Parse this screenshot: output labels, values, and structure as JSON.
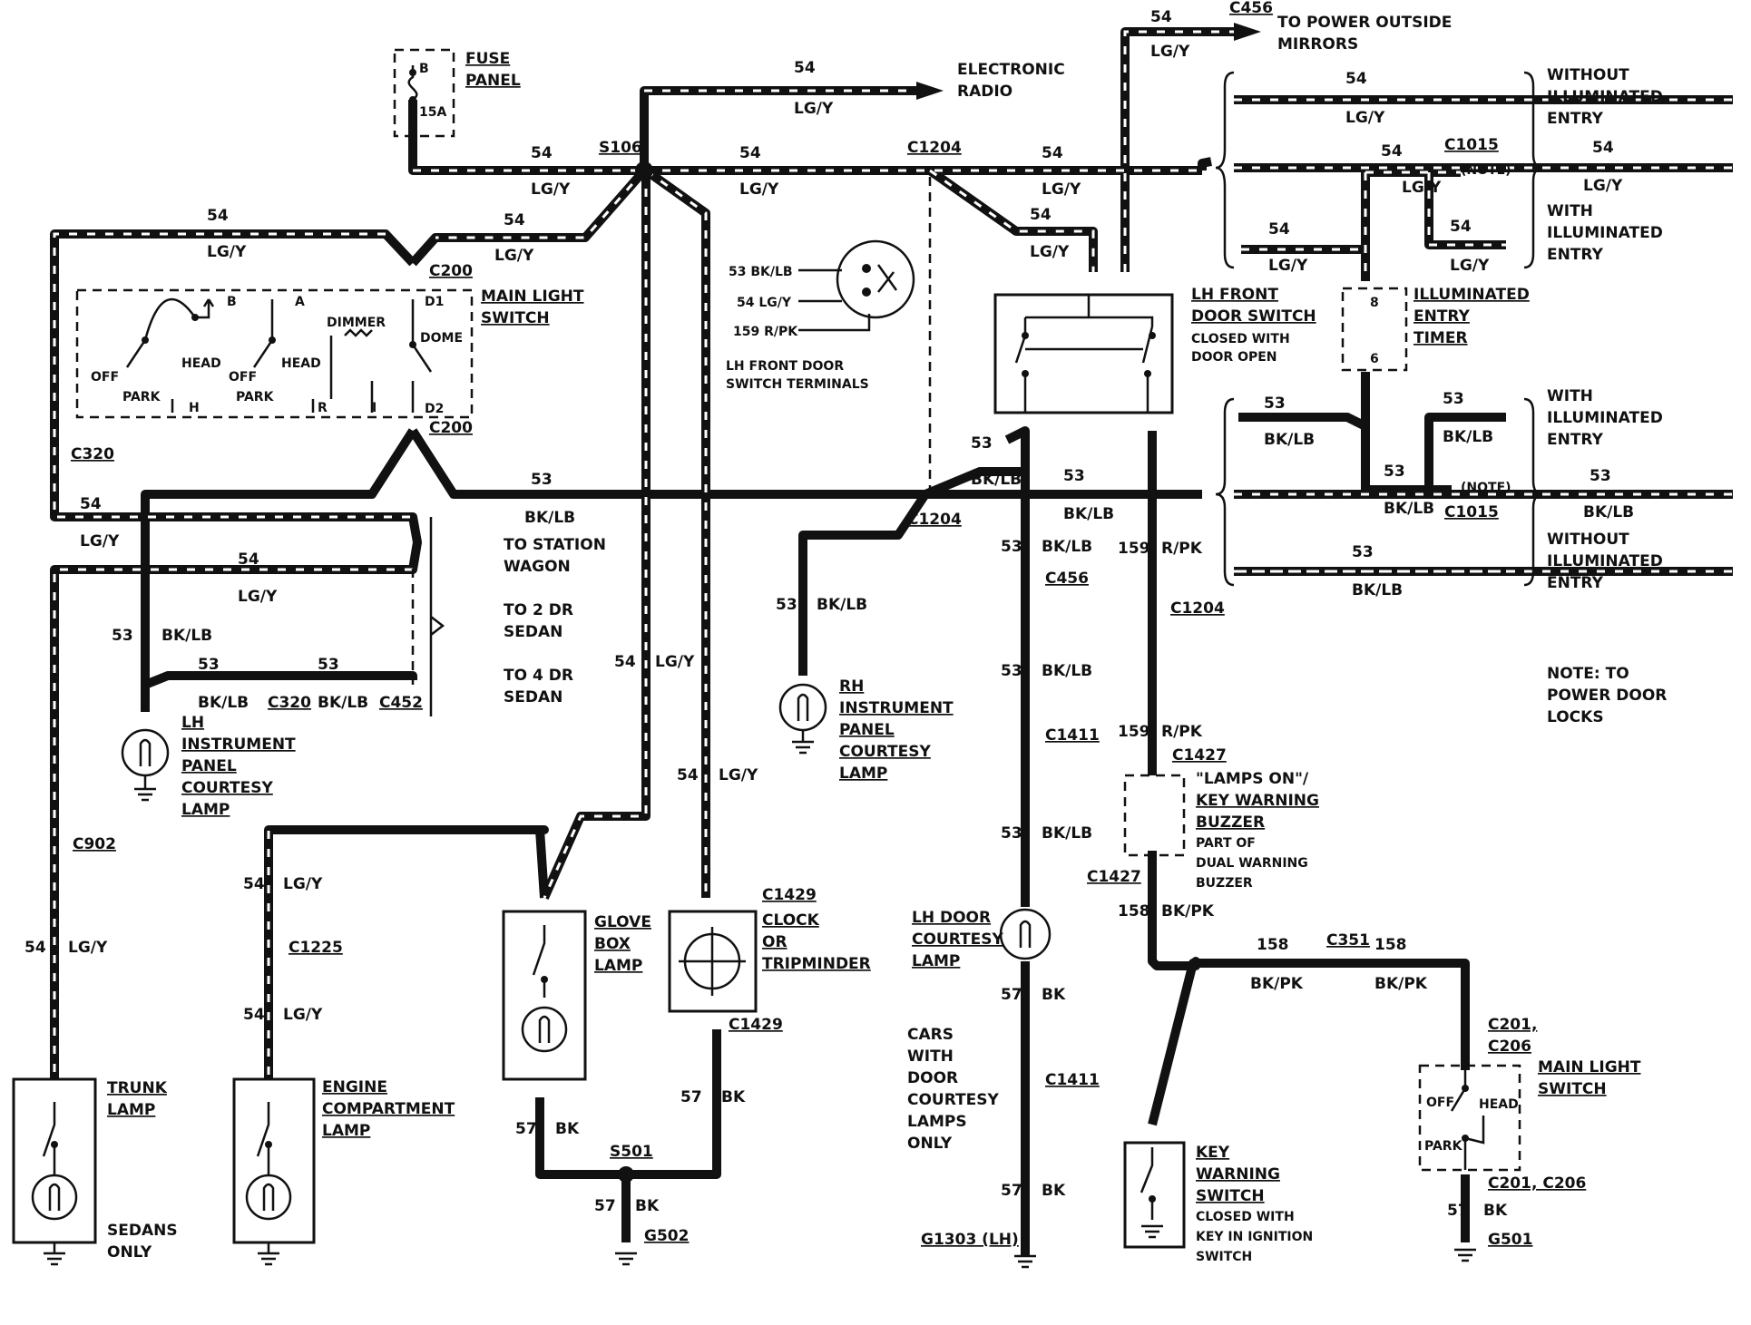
{
  "fuse": {
    "title_1": "FUSE",
    "title_2": "PANEL",
    "b": "B",
    "rating": "15A"
  },
  "radio": {
    "line1": "ELECTRONIC",
    "line2": "RADIO"
  },
  "mirrors": {
    "connector": "C456",
    "line1": "TO POWER OUTSIDE",
    "line2": "MIRRORS"
  },
  "circuits": {
    "c54": "54",
    "c53": "53",
    "c57": "57",
    "c158": "158",
    "c159": "159",
    "c53lb": "53 BK/LB",
    "c54lg": "54 LG/Y",
    "c159pk": "159 R/PK"
  },
  "colors": {
    "lgy": "LG/Y",
    "bklb": "BK/LB",
    "bk": "BK",
    "rpk": "R/PK",
    "bkpk": "BK/PK"
  },
  "splices": {
    "s106": "S106",
    "s501": "S501"
  },
  "connectors": {
    "c1204": "C1204",
    "c200": "C200",
    "c320": "C320",
    "c452": "C452",
    "c902": "C902",
    "c1225": "C1225",
    "c1429": "C1429",
    "c456": "C456",
    "c1411": "C1411",
    "c1427": "C1427",
    "c1427b": "C1427",
    "c1015": "C1015",
    "c351": "C351",
    "c201_206": "C201,",
    "c206": "C206",
    "c201c206": "C201, C206"
  },
  "grounds": {
    "g502": "G502",
    "g1303": "G1303 (LH)",
    "g501": "G501"
  },
  "main_light_switch": {
    "title_1": "MAIN LIGHT",
    "title_2": "SWITCH",
    "b": "B",
    "a": "A",
    "dimmer": "DIMMER",
    "dome": "DOME",
    "d1": "D1",
    "d2": "D2",
    "off": "OFF",
    "head": "HEAD",
    "park": "PARK",
    "h": "H",
    "r": "R",
    "i": "I"
  },
  "door_terminals": {
    "title_1": "LH FRONT DOOR",
    "title_2": "SWITCH TERMINALS"
  },
  "lh_front_door_switch": {
    "title_1": "LH FRONT",
    "title_2": "DOOR SWITCH",
    "note_1": "CLOSED WITH",
    "note_2": "DOOR OPEN"
  },
  "entry_timer": {
    "pin8": "8",
    "pin6": "6",
    "title_1": "ILLUMINATED",
    "title_2": "ENTRY",
    "title_3": "TIMER"
  },
  "entry_options": {
    "without_1": "WITHOUT",
    "with_1": "WITH",
    "illum": "ILLUMINATED",
    "entry": "ENTRY",
    "note": "(NOTE)"
  },
  "note": {
    "line1": "NOTE: TO",
    "line2": "POWER DOOR",
    "line3": "LOCKS"
  },
  "station": {
    "wagon_1": "TO STATION",
    "wagon_2": "WAGON",
    "sedan2_1": "TO 2 DR",
    "sedan2_2": "SEDAN",
    "sedan4_1": "TO 4 DR",
    "sedan4_2": "SEDAN"
  },
  "lh_ip_lamp": {
    "l1": "LH",
    "l2": "INSTRUMENT",
    "l3": "PANEL",
    "l4": "COURTESY",
    "l5": "LAMP"
  },
  "rh_ip_lamp": {
    "l1": "RH",
    "l2": "INSTRUMENT",
    "l3": "PANEL",
    "l4": "COURTESY",
    "l5": "LAMP"
  },
  "trunk_lamp": {
    "l1": "TRUNK",
    "l2": "LAMP",
    "note_1": "SEDANS",
    "note_2": "ONLY"
  },
  "engine_lamp": {
    "l1": "ENGINE",
    "l2": "COMPARTMENT",
    "l3": "LAMP"
  },
  "glove_box": {
    "l1": "GLOVE",
    "l2": "BOX",
    "l3": "LAMP"
  },
  "clock": {
    "l1": "CLOCK",
    "l2": "OR",
    "l3": "TRIPMINDER"
  },
  "lh_door_courtesy": {
    "l1": "LH DOOR",
    "l2": "COURTESY",
    "l3": "LAMP",
    "note_1": "CARS",
    "note_2": "WITH",
    "note_3": "DOOR",
    "note_4": "COURTESY",
    "note_5": "LAMPS",
    "note_6": "ONLY"
  },
  "buzzer": {
    "l1": "\"LAMPS ON\"/",
    "l2": "KEY WARNING",
    "l3": "BUZZER",
    "n1": "PART OF",
    "n2": "DUAL WARNING",
    "n3": "BUZZER"
  },
  "key_switch": {
    "l1": "KEY",
    "l2": "WARNING",
    "l3": "SWITCH",
    "n1": "CLOSED WITH",
    "n2": "KEY IN IGNITION",
    "n3": "SWITCH"
  },
  "main_light_switch_2": {
    "l1": "MAIN LIGHT",
    "l2": "SWITCH",
    "off": "OFF",
    "head": "HEAD",
    "park": "PARK"
  }
}
